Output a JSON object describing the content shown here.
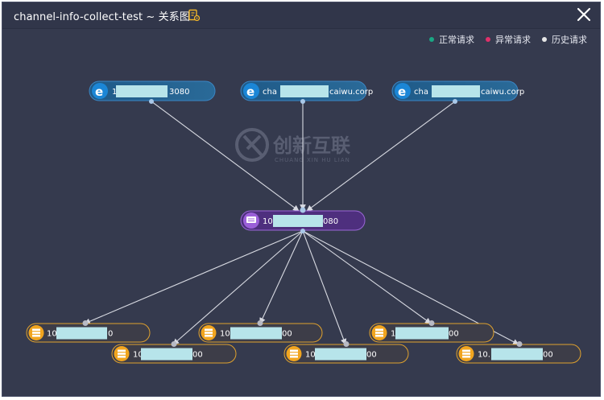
{
  "window": {
    "title": "channel-info-collect-test ~ 关系图"
  },
  "legend": [
    {
      "label": "正常请求",
      "color": "#1aa784"
    },
    {
      "label": "异常请求",
      "color": "#e0306a"
    },
    {
      "label": "历史请求",
      "color": "#e6e6e6"
    }
  ],
  "watermark": {
    "text": "创新互联",
    "subtext": "CHUANG XIN HU LIAN"
  },
  "nodes": {
    "client_1": {
      "prefix": "1",
      "suffix": "3080",
      "icon": "browser-icon"
    },
    "client_2": {
      "prefix": "cha",
      "suffix": "caiwu.corp",
      "icon": "browser-icon"
    },
    "client_3": {
      "prefix": "cha",
      "suffix": "caiwu.corp",
      "icon": "browser-icon"
    },
    "service": {
      "prefix": "10",
      "suffix": "080",
      "icon": "server-icon"
    },
    "db_1": {
      "prefix": "10",
      "suffix": "0",
      "icon": "database-icon"
    },
    "db_2": {
      "prefix": "10",
      "suffix": "00",
      "icon": "database-icon"
    },
    "db_3": {
      "prefix": "10.",
      "suffix": "00",
      "icon": "database-icon"
    },
    "db_4": {
      "prefix": "10",
      "suffix": "00",
      "icon": "database-icon"
    },
    "db_5": {
      "prefix": "1",
      "suffix": "00",
      "icon": "database-icon"
    },
    "db_6": {
      "prefix": "10.",
      "suffix": "00",
      "icon": "database-icon"
    }
  }
}
